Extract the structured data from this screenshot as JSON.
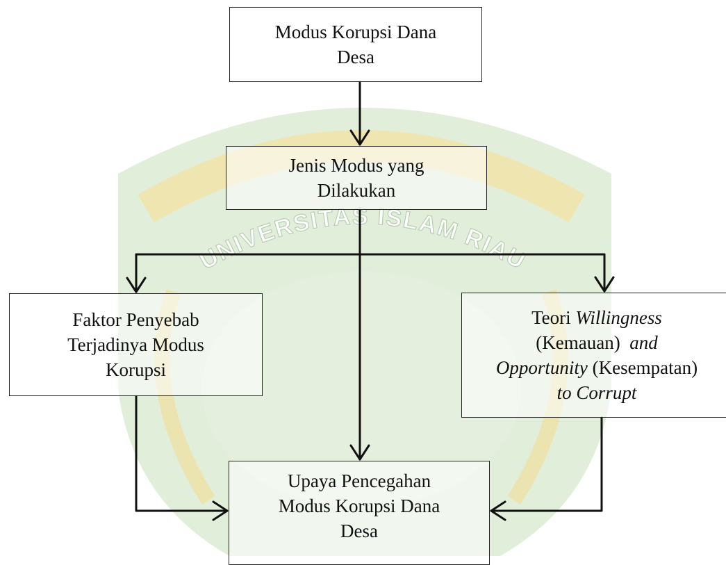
{
  "nodes": {
    "modus": {
      "lines": [
        "Modus Korupsi Dana",
        "Desa"
      ]
    },
    "jenis": {
      "lines": [
        "Jenis Modus yang",
        "Dilakukan"
      ]
    },
    "faktor": {
      "lines": [
        "Faktor Penyebab",
        "Terjadinya Modus",
        "Korupsi"
      ]
    },
    "teori": {
      "line1_prefix": "Teori ",
      "line1_italic": "Willingness",
      "line2_plain": "(Kemauan)",
      "line2_italic": "and",
      "line3_italic": "Opportunity",
      "line3_plain": "(Kesempatan)",
      "line4_italic": "to Corrupt"
    },
    "upaya": {
      "lines": [
        "Upaya Pencegahan",
        "Modus Korupsi Dana",
        "Desa"
      ]
    }
  },
  "watermark": {
    "text": "UNIVERSITAS ISLAM RIAU"
  },
  "colors": {
    "line": "#111111",
    "watermark_green": "#cfe3c7",
    "watermark_yellow": "#f3e7b3"
  }
}
